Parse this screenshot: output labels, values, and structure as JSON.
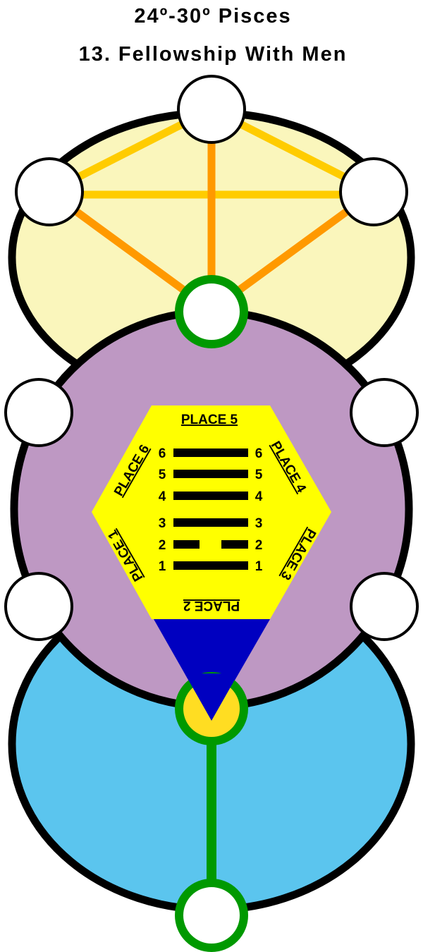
{
  "title": {
    "line1": "24º-30º Pisces",
    "line2": "13. Fellowship With Men"
  },
  "hexagram": {
    "place_labels": {
      "p1": "PLACE 1",
      "p2": "PLACE 2",
      "p3": "PLACE 3",
      "p4": "PLACE 4",
      "p5": "PLACE 5",
      "p6": "PLACE 6"
    },
    "lines": [
      {
        "num": "6",
        "type": "yang"
      },
      {
        "num": "5",
        "type": "yang"
      },
      {
        "num": "4",
        "type": "yang"
      },
      {
        "num": "3",
        "type": "yang"
      },
      {
        "num": "2",
        "type": "yin"
      },
      {
        "num": "1",
        "type": "yang"
      }
    ]
  },
  "colors": {
    "upper": "#FAF6BC",
    "middle": "#BE98C3",
    "lower": "#5BC5EE",
    "hexagon": "#FFFF00",
    "triangle": "#0000C0",
    "yellow_path": "#FFCC00",
    "orange_path": "#FF9900",
    "green": "#009900",
    "gold_node": "#FFDD22"
  }
}
